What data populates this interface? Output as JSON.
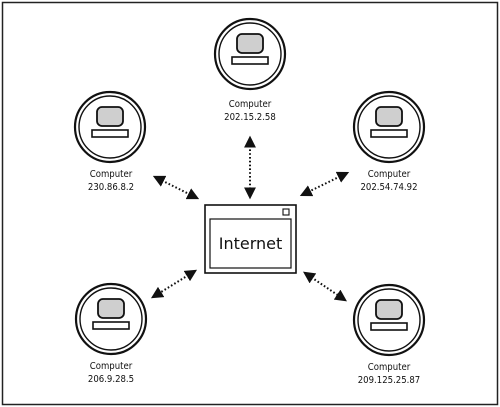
{
  "internet": {
    "label": "Internet"
  },
  "computers": [
    {
      "name": "Computer",
      "ip": "202.15.2.58"
    },
    {
      "name": "Computer",
      "ip": "230.86.8.2"
    },
    {
      "name": "Computer",
      "ip": "202.54.74.92"
    },
    {
      "name": "Computer",
      "ip": "206.9.28.5"
    },
    {
      "name": "Computer",
      "ip": "209.125.25.87"
    }
  ],
  "icons": {
    "computer": "computer-icon",
    "window": "browser-window-icon"
  },
  "colors": {
    "stroke": "#111111",
    "screen": "#cfcfcf",
    "background": "#ffffff"
  }
}
